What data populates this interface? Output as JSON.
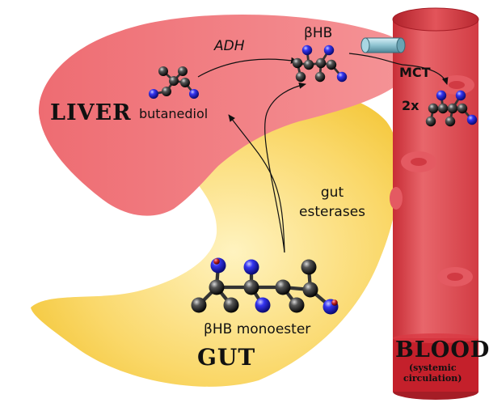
{
  "labels": {
    "liver": "LIVER",
    "gut": "GUT",
    "blood": "BLOOD",
    "systemic_line1": "(systemic",
    "systemic_line2": "circulation)",
    "butanediol": "butanediol",
    "adh": "ADH",
    "bhb": "βHB",
    "mct": "MCT",
    "two_x": "2x",
    "gut_esterases_line1": "gut",
    "gut_esterases_line2": "esterases",
    "bhb_monoester": "βHB monoester"
  },
  "colors": {
    "liver_fill": "#f07478",
    "gut_fill": "#f7d45c",
    "blood_fill": "#e04a50",
    "carbon_atom": "#222222",
    "oxygen_atom": "#2a2ae8",
    "hydrogen_atom": "#b22222",
    "transporter": "#7fb8c8"
  },
  "icons": {
    "carbon": "black-sphere",
    "oxygen": "blue-sphere",
    "transporter": "cylinder-channel",
    "arrow": "curved-arrow"
  }
}
